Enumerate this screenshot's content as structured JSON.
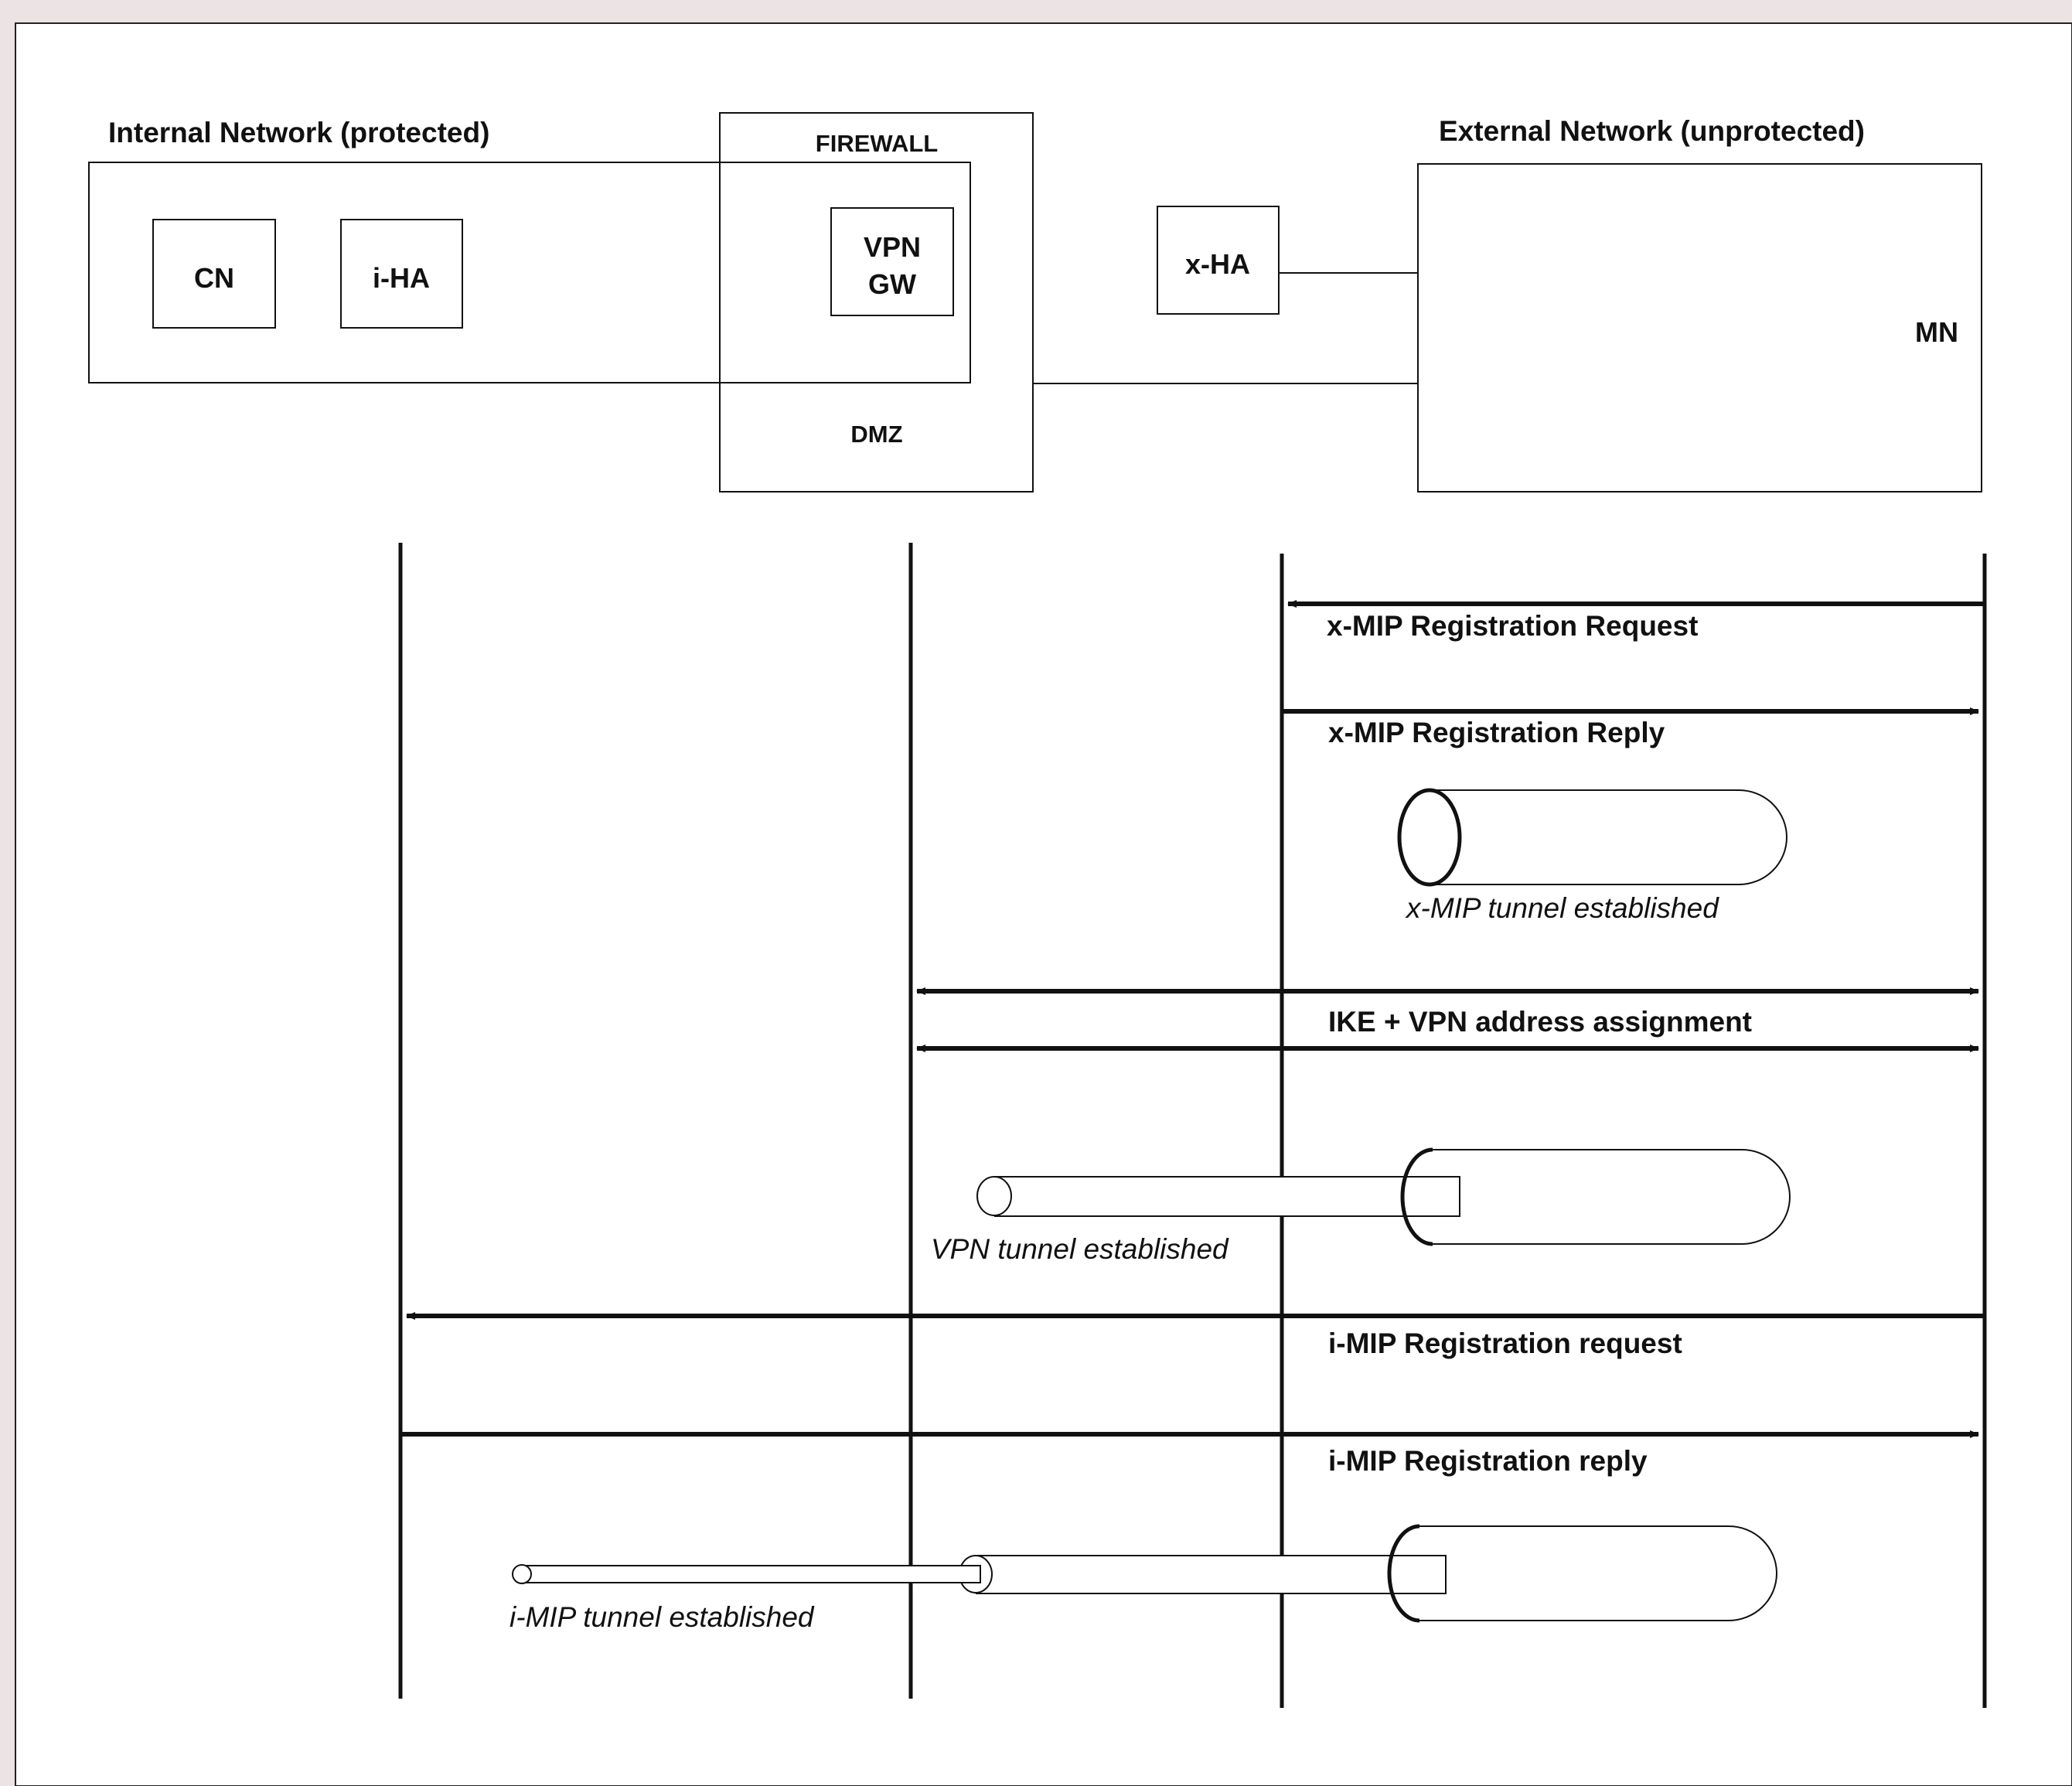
{
  "colors": {
    "background": "#ece3e4",
    "panel": "#ffffff",
    "ink": "#111111"
  },
  "topology": {
    "internal_network_label": "Internal Network (protected)",
    "external_network_label": "External Network (unprotected)",
    "firewall_label": "FIREWALL",
    "dmz_label": "DMZ",
    "nodes": {
      "cn": "CN",
      "iha": "i-HA",
      "vpn_gw_line1": "VPN",
      "vpn_gw_line2": "GW",
      "xha": "x-HA",
      "mn": "MN"
    }
  },
  "sequence": {
    "messages": [
      {
        "label": "x-MIP Registration Request"
      },
      {
        "label": "x-MIP Registration Reply"
      },
      {
        "label": "IKE + VPN address assignment"
      },
      {
        "label": "i-MIP Registration request"
      },
      {
        "label": "i-MIP Registration reply"
      }
    ],
    "tunnels": [
      {
        "label": "x-MIP tunnel established"
      },
      {
        "label": "VPN tunnel established"
      },
      {
        "label": "i-MIP tunnel established"
      }
    ]
  }
}
